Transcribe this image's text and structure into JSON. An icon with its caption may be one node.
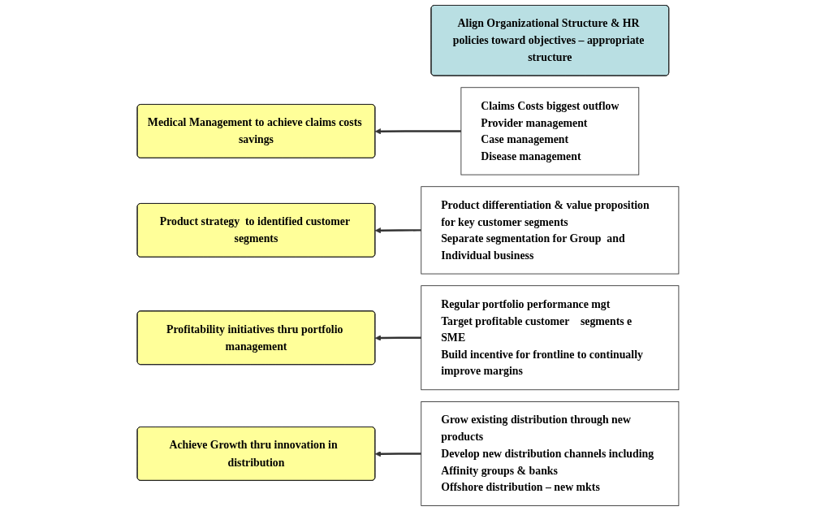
{
  "diagram": {
    "nodes": [
      {
        "text": [
          "Align Organizational Structure & HR policies toward objectives – appropriate structure"
        ]
      },
      {
        "text": [
          "Medical Management to achieve claims costs savings"
        ]
      },
      {
        "text": [
          "Claims Costs biggest outflow",
          "Provider management",
          "Case management",
          "Disease management"
        ]
      },
      {
        "text": [
          "Product strategy  to identified customer segments"
        ]
      },
      {
        "text": [
          "Product differentiation & value proposition for key customer segments",
          "Separate segmentation for Group  and Individual business"
        ]
      },
      {
        "text": [
          "Profitability initiatives thru portfolio management"
        ]
      },
      {
        "text": [
          "Regular portfolio performance mgt",
          "Target profitable customer    segments e SME",
          "Build incentive for frontline to continually improve margins"
        ]
      },
      {
        "text": [
          "Achieve Growth thru innovation in  distribution"
        ]
      },
      {
        "text": [
          "Grow existing distribution through new products",
          "Develop new distribution channels including Affinity groups & banks",
          "Offshore distribution – new mkts"
        ]
      }
    ],
    "edges": [
      {
        "from": 2,
        "to": 1,
        "arrow": "to"
      },
      {
        "from": 4,
        "to": 3,
        "arrow": "to"
      },
      {
        "from": 6,
        "to": 5,
        "arrow": "to"
      },
      {
        "from": 8,
        "to": 7,
        "arrow": "to"
      }
    ]
  }
}
